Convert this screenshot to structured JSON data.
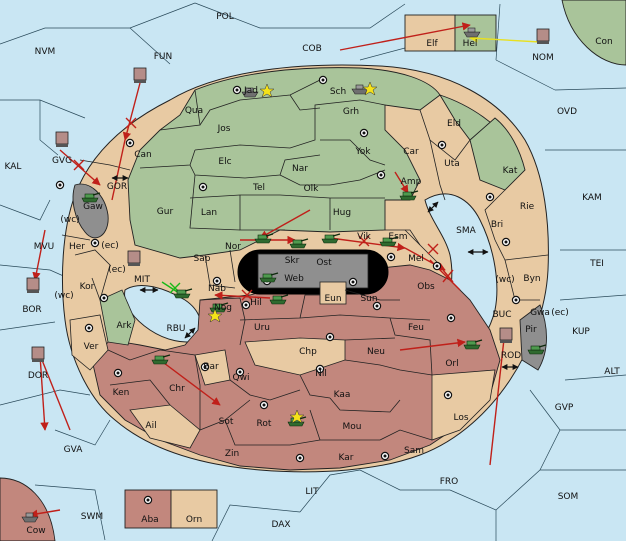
{
  "colors": {
    "sea": "#c9e6f3",
    "neutral": "#e8caa3",
    "green": "#a9c49a",
    "red": "#c2877d",
    "grey": "#8f8f8f",
    "border": "#222222",
    "move_arrow": "#c0201a",
    "support_arrow": "#e8e020",
    "hold_arrow": "#18b818"
  },
  "provinces": [
    {
      "id": "pol",
      "label": "POL"
    },
    {
      "id": "nvm",
      "label": "NVM"
    },
    {
      "id": "fun",
      "label": "FUN"
    },
    {
      "id": "cob",
      "label": "COB"
    },
    {
      "id": "elf",
      "label": "Elf"
    },
    {
      "id": "hel",
      "label": "Hel"
    },
    {
      "id": "nom",
      "label": "NOM"
    },
    {
      "id": "con",
      "label": "Con"
    },
    {
      "id": "ovd",
      "label": "OVD"
    },
    {
      "id": "kal",
      "label": "KAL"
    },
    {
      "id": "gvg",
      "label": "GVG"
    },
    {
      "id": "gor",
      "label": "GOR"
    },
    {
      "id": "gaw",
      "label": "Gaw"
    },
    {
      "id": "wc1",
      "label": "(wc)"
    },
    {
      "id": "mvu",
      "label": "MVU"
    },
    {
      "id": "her",
      "label": "Her"
    },
    {
      "id": "ec1",
      "label": "(ec)"
    },
    {
      "id": "bor",
      "label": "BOR"
    },
    {
      "id": "kor",
      "label": "Kor"
    },
    {
      "id": "wc2",
      "label": "(wc)"
    },
    {
      "id": "ec2",
      "label": "(ec)"
    },
    {
      "id": "mit",
      "label": "MIT"
    },
    {
      "id": "ark",
      "label": "Ark"
    },
    {
      "id": "rbu",
      "label": "RBU"
    },
    {
      "id": "ver",
      "label": "Ver"
    },
    {
      "id": "dor",
      "label": "DOR"
    },
    {
      "id": "ken",
      "label": "Ken"
    },
    {
      "id": "ail",
      "label": "Ail"
    },
    {
      "id": "gva",
      "label": "GVA"
    },
    {
      "id": "cow",
      "label": "Cow"
    },
    {
      "id": "swm",
      "label": "SWM"
    },
    {
      "id": "aba",
      "label": "Aba"
    },
    {
      "id": "orn",
      "label": "Orn"
    },
    {
      "id": "dax",
      "label": "DAX"
    },
    {
      "id": "lit",
      "label": "LIT"
    },
    {
      "id": "fro",
      "label": "FRO"
    },
    {
      "id": "som",
      "label": "SOM"
    },
    {
      "id": "gvp",
      "label": "GVP"
    },
    {
      "id": "alt",
      "label": "ALT"
    },
    {
      "id": "kup",
      "label": "KUP"
    },
    {
      "id": "buc",
      "label": "BUC"
    },
    {
      "id": "rod",
      "label": "ROD"
    },
    {
      "id": "ec3",
      "label": "(ec)"
    },
    {
      "id": "wc3",
      "label": "(wc)"
    },
    {
      "id": "tei",
      "label": "TEI"
    },
    {
      "id": "kam",
      "label": "KAM"
    },
    {
      "id": "sma",
      "label": "SMA"
    },
    {
      "id": "can",
      "label": "Can"
    },
    {
      "id": "qua",
      "label": "Qua"
    },
    {
      "id": "jad",
      "label": "Jad"
    },
    {
      "id": "sch",
      "label": "Sch"
    },
    {
      "id": "jos",
      "label": "Jos"
    },
    {
      "id": "grh",
      "label": "Grh"
    },
    {
      "id": "eld",
      "label": "Eld"
    },
    {
      "id": "elc",
      "label": "Elc"
    },
    {
      "id": "nar",
      "label": "Nar"
    },
    {
      "id": "yok",
      "label": "Yok"
    },
    {
      "id": "car",
      "label": "Car"
    },
    {
      "id": "uta",
      "label": "Uta"
    },
    {
      "id": "kat",
      "label": "Kat"
    },
    {
      "id": "tel",
      "label": "Tel"
    },
    {
      "id": "olk",
      "label": "Olk"
    },
    {
      "id": "amp",
      "label": "Amp"
    },
    {
      "id": "gur",
      "label": "Gur"
    },
    {
      "id": "lan",
      "label": "Lan"
    },
    {
      "id": "hug",
      "label": "Hug"
    },
    {
      "id": "rie",
      "label": "Rie"
    },
    {
      "id": "bri",
      "label": "Bri"
    },
    {
      "id": "nor",
      "label": "Nor"
    },
    {
      "id": "vik",
      "label": "Vik"
    },
    {
      "id": "esm",
      "label": "Esm"
    },
    {
      "id": "skr",
      "label": "Skr"
    },
    {
      "id": "ost",
      "label": "Ost"
    },
    {
      "id": "web",
      "label": "Web"
    },
    {
      "id": "mel",
      "label": "Mel"
    },
    {
      "id": "byn",
      "label": "Byn"
    },
    {
      "id": "sap",
      "label": "Sap"
    },
    {
      "id": "nab",
      "label": "Nab"
    },
    {
      "id": "hil",
      "label": "Hil"
    },
    {
      "id": "sun",
      "label": "Sun"
    },
    {
      "id": "eun",
      "label": "Eun"
    },
    {
      "id": "obs",
      "label": "Obs"
    },
    {
      "id": "gwa",
      "label": "Gwa"
    },
    {
      "id": "pir",
      "label": "Pir"
    },
    {
      "id": "nog",
      "label": "Nog"
    },
    {
      "id": "uru",
      "label": "Uru"
    },
    {
      "id": "feu",
      "label": "Feu"
    },
    {
      "id": "chp",
      "label": "Chp"
    },
    {
      "id": "bar",
      "label": "Bar"
    },
    {
      "id": "qwi",
      "label": "Qwi"
    },
    {
      "id": "neu",
      "label": "Neu"
    },
    {
      "id": "orl",
      "label": "Orl"
    },
    {
      "id": "chr",
      "label": "Chr"
    },
    {
      "id": "nil",
      "label": "Nil"
    },
    {
      "id": "kaa",
      "label": "Kaa"
    },
    {
      "id": "sot",
      "label": "Sot"
    },
    {
      "id": "rot",
      "label": "Rot"
    },
    {
      "id": "mou",
      "label": "Mou"
    },
    {
      "id": "los",
      "label": "Los"
    },
    {
      "id": "zin",
      "label": "Zin"
    },
    {
      "id": "kar",
      "label": "Kar"
    },
    {
      "id": "sam",
      "label": "Sam"
    }
  ]
}
